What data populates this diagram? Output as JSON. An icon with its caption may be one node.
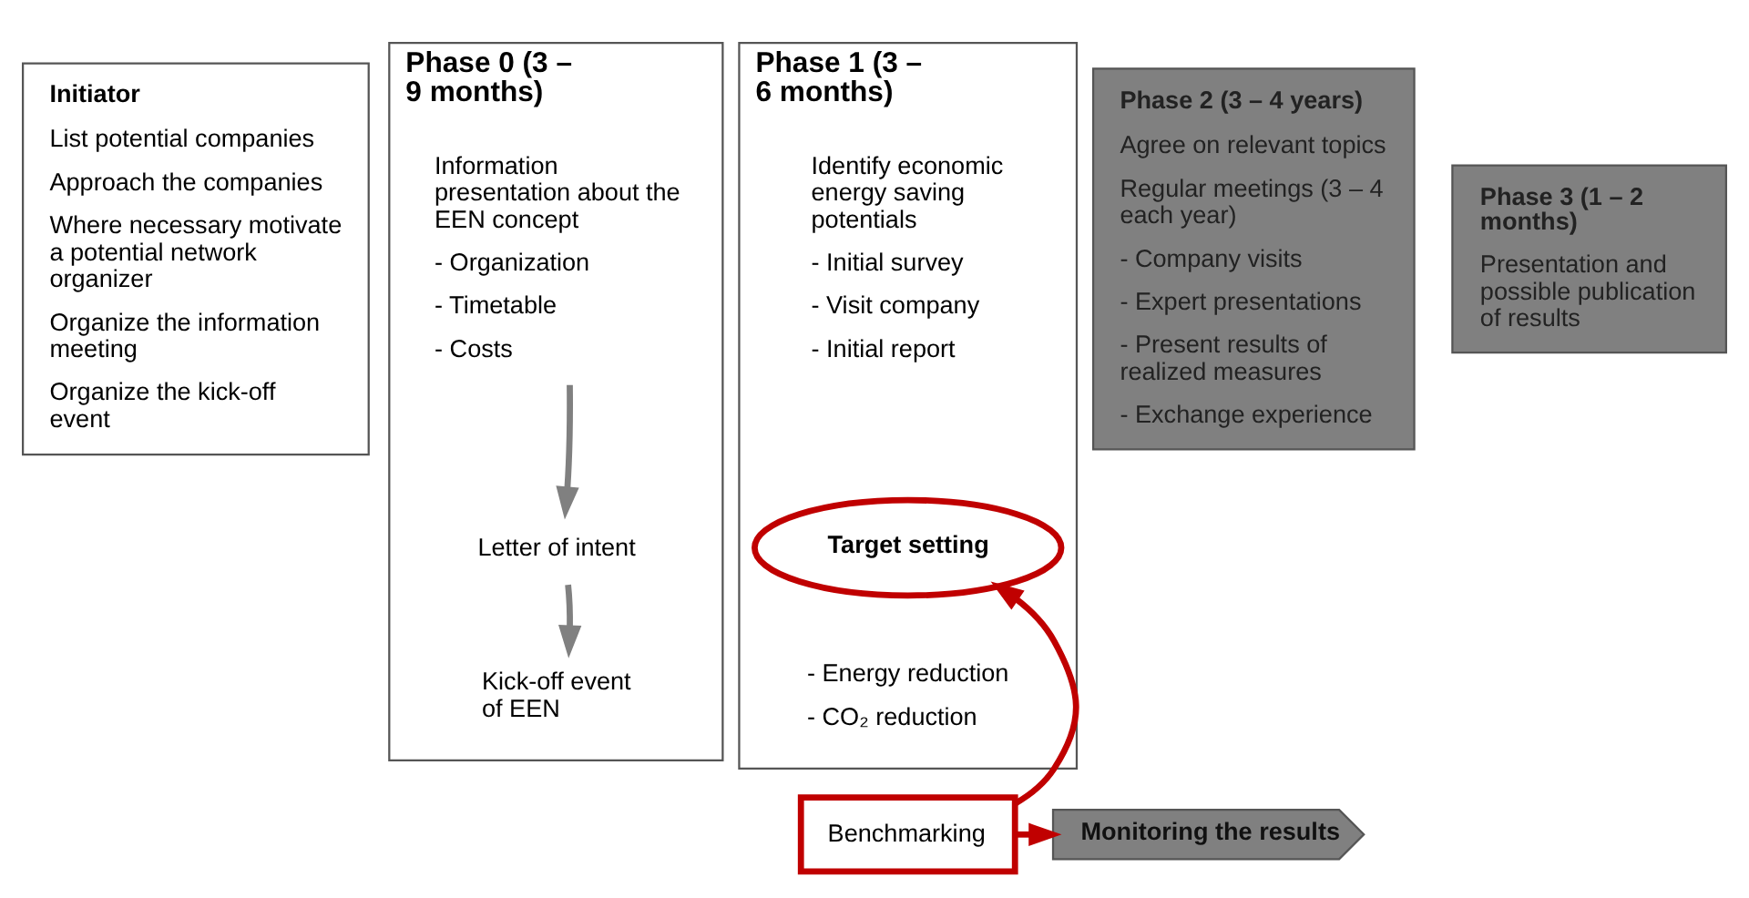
{
  "diagram": {
    "nodes": [
      {
        "text": [
          "Initiator",
          "List potential companies",
          "Approach the companies",
          "Where necessary motivate a potential network organizer",
          "Organize the information meeting",
          "Organize the kick-off event"
        ]
      },
      {
        "text": [
          "Phase 0 (3 – 9 months)"
        ]
      },
      {
        "text": [
          "Information presentation about the EEN concept",
          "- Organization",
          "- Timetable",
          "- Costs"
        ],
        "in": 1
      },
      {
        "text": [
          "Letter of intent"
        ],
        "in": 1
      },
      {
        "text": [
          "Kick-off event of EEN"
        ],
        "in": 1
      },
      {
        "text": [
          "Phase 1 (3 – 6 months)"
        ]
      },
      {
        "text": [
          "Identify economic energy saving potentials",
          "- Initial survey",
          "- Visit company",
          "- Initial report"
        ],
        "in": 5
      },
      {
        "text": [
          "Target setting"
        ],
        "in": 5
      },
      {
        "text": [
          "- Energy reduction",
          "- CO₂ reduction"
        ],
        "in": 5
      },
      {
        "text": [
          "Phase 2 (3 – 4 years)",
          "Agree on relevant topics",
          "Regular meetings (3 – 4 each year)",
          "- Company visits",
          "- Expert presentations",
          "- Present results of realized measures",
          "- Exchange experience"
        ]
      },
      {
        "text": [
          "Phase 3 (1 – 2 months)",
          "Presentation and possible publication of results"
        ]
      },
      {
        "text": [
          "Benchmarking"
        ]
      },
      {
        "text": [
          "Monitoring the results"
        ]
      }
    ],
    "edges": [
      {
        "from": 2,
        "to": 3,
        "arrow": "to",
        "color": "#808080"
      },
      {
        "from": 3,
        "to": 4,
        "arrow": "to",
        "color": "#808080"
      },
      {
        "from": 11,
        "to": 7,
        "arrow": "to",
        "color": "#c00000"
      },
      {
        "from": 11,
        "to": 12,
        "arrow": "to",
        "color": "#c00000"
      }
    ]
  }
}
